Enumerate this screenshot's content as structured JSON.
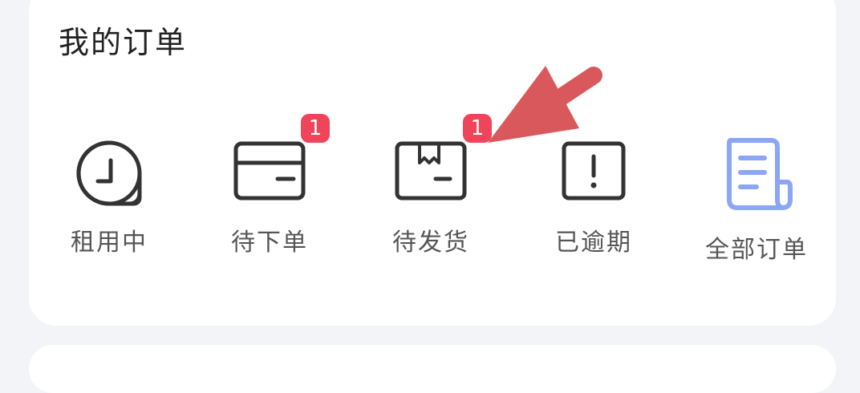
{
  "section": {
    "title": "我的订单"
  },
  "order_items": [
    {
      "label": "租用中",
      "icon": "clock-icon"
    },
    {
      "label": "待下单",
      "icon": "card-icon",
      "badge": "1"
    },
    {
      "label": "待发货",
      "icon": "package-icon",
      "badge": "1"
    },
    {
      "label": "已逾期",
      "icon": "alert-icon"
    },
    {
      "label": "全部订单",
      "icon": "document-icon"
    }
  ],
  "colors": {
    "badge": "#f0445a",
    "icon_dark": "#333333",
    "icon_accent": "#8aa6f5",
    "annotation_arrow": "#d9585c"
  }
}
